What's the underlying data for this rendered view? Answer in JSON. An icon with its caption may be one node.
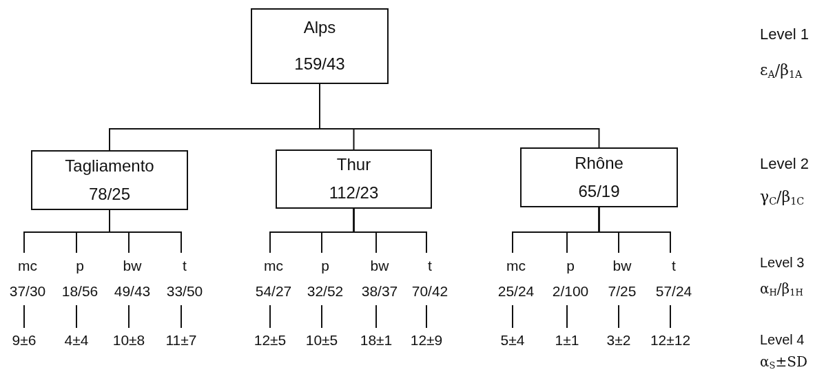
{
  "diagram": {
    "nodes": [
      {
        "text": [
          "Alps",
          "159/43"
        ]
      },
      {
        "text": [
          "Tagliamento",
          "78/25"
        ]
      },
      {
        "text": [
          "Thur",
          "112/23"
        ]
      },
      {
        "text": [
          "Rhône",
          "65/19"
        ]
      },
      {
        "text": [
          "mc",
          "37/30"
        ]
      },
      {
        "text": [
          "p",
          "18/56"
        ]
      },
      {
        "text": [
          "bw",
          "49/43"
        ]
      },
      {
        "text": [
          "t",
          "33/50"
        ]
      },
      {
        "text": [
          "mc",
          "54/27"
        ]
      },
      {
        "text": [
          "p",
          "32/52"
        ]
      },
      {
        "text": [
          "bw",
          "38/37"
        ]
      },
      {
        "text": [
          "t",
          "70/42"
        ]
      },
      {
        "text": [
          "mc",
          "25/24"
        ]
      },
      {
        "text": [
          "p",
          "2/100"
        ]
      },
      {
        "text": [
          "bw",
          "7/25"
        ]
      },
      {
        "text": [
          "t",
          "57/24"
        ]
      },
      {
        "text": [
          "9±6"
        ]
      },
      {
        "text": [
          "4±4"
        ]
      },
      {
        "text": [
          "10±8"
        ]
      },
      {
        "text": [
          "11±7"
        ]
      },
      {
        "text": [
          "12±5"
        ]
      },
      {
        "text": [
          "10±5"
        ]
      },
      {
        "text": [
          "18±1"
        ]
      },
      {
        "text": [
          "12±9"
        ]
      },
      {
        "text": [
          "5±4"
        ]
      },
      {
        "text": [
          "1±1"
        ]
      },
      {
        "text": [
          "3±2"
        ]
      },
      {
        "text": [
          "12±12"
        ]
      }
    ],
    "edges": [
      {
        "from": 0,
        "to": 1,
        "arrow": "none"
      },
      {
        "from": 0,
        "to": 2,
        "arrow": "none"
      },
      {
        "from": 0,
        "to": 3,
        "arrow": "none"
      },
      {
        "from": 1,
        "to": 4,
        "arrow": "none"
      },
      {
        "from": 1,
        "to": 5,
        "arrow": "none"
      },
      {
        "from": 1,
        "to": 6,
        "arrow": "none"
      },
      {
        "from": 1,
        "to": 7,
        "arrow": "none"
      },
      {
        "from": 2,
        "to": 8,
        "arrow": "none"
      },
      {
        "from": 2,
        "to": 9,
        "arrow": "none"
      },
      {
        "from": 2,
        "to": 10,
        "arrow": "none"
      },
      {
        "from": 2,
        "to": 11,
        "arrow": "none"
      },
      {
        "from": 3,
        "to": 12,
        "arrow": "none"
      },
      {
        "from": 3,
        "to": 13,
        "arrow": "none"
      },
      {
        "from": 3,
        "to": 14,
        "arrow": "none"
      },
      {
        "from": 3,
        "to": 15,
        "arrow": "none"
      },
      {
        "from": 4,
        "to": 16,
        "arrow": "none"
      },
      {
        "from": 5,
        "to": 17,
        "arrow": "none"
      },
      {
        "from": 6,
        "to": 18,
        "arrow": "none"
      },
      {
        "from": 7,
        "to": 19,
        "arrow": "none"
      },
      {
        "from": 8,
        "to": 20,
        "arrow": "none"
      },
      {
        "from": 9,
        "to": 21,
        "arrow": "none"
      },
      {
        "from": 10,
        "to": 22,
        "arrow": "none"
      },
      {
        "from": 11,
        "to": 23,
        "arrow": "none"
      },
      {
        "from": 12,
        "to": 24,
        "arrow": "none"
      },
      {
        "from": 13,
        "to": 25,
        "arrow": "none"
      },
      {
        "from": 14,
        "to": 26,
        "arrow": "none"
      },
      {
        "from": 15,
        "to": 27,
        "arrow": "none"
      }
    ],
    "labels": [
      "Level 1",
      "ε$_{A}$/β$_{1A}$",
      "Level 2",
      "γ$_{C}$/β$_{1C}$",
      "Level 3",
      "α$_{H}$/β$_{1H}$",
      "Level 4",
      "α$_{S}$±SD"
    ]
  }
}
